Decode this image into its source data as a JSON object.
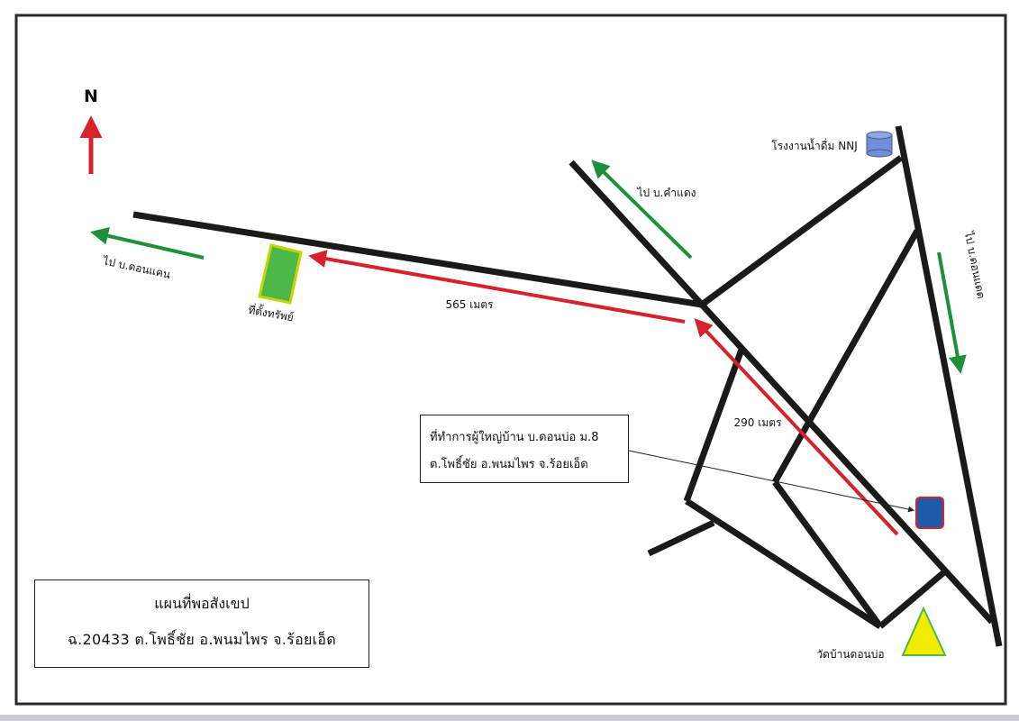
{
  "north": {
    "label": "N"
  },
  "labels": {
    "to_don_khaen": "ไป บ.ดอนแคน",
    "to_kham_daeng": "ไป บ.คำแดง",
    "to_third_road": "ไป บ.ดอนแดด",
    "water_factory": "โรงงานน้ำดื่ม NNJ",
    "property": "ที่ตั้งทรัพย์",
    "dist_565": "565 เมตร",
    "dist_290": "290 เมตร",
    "temple": "วัดบ้านดอนบ่อ"
  },
  "info_box": {
    "line1": "ที่ทำการผู้ใหญ่บ้าน บ.ดอนบ่อ ม.8",
    "line2": "ต.โพธิ์ชัย อ.พนมไพร จ.ร้อยเอ็ด"
  },
  "title_box": {
    "line1": "แผนที่พอสังเขป",
    "line2": "ฉ.20433 ต.โพธิ์ชัย อ.พนมไพร จ.ร้อยเอ็ด"
  },
  "colors": {
    "road": "#1a1a1a",
    "route": "#d7212b",
    "direction": "#1f8f3a",
    "property_fill": "#4cb848",
    "property_border": "#c8d400",
    "office_fill": "#1f5aa8",
    "office_border": "#d7212b",
    "tank_fill": "#6f8fd6",
    "temple_fill": "#f2ec00",
    "temple_border": "#4cb848"
  }
}
